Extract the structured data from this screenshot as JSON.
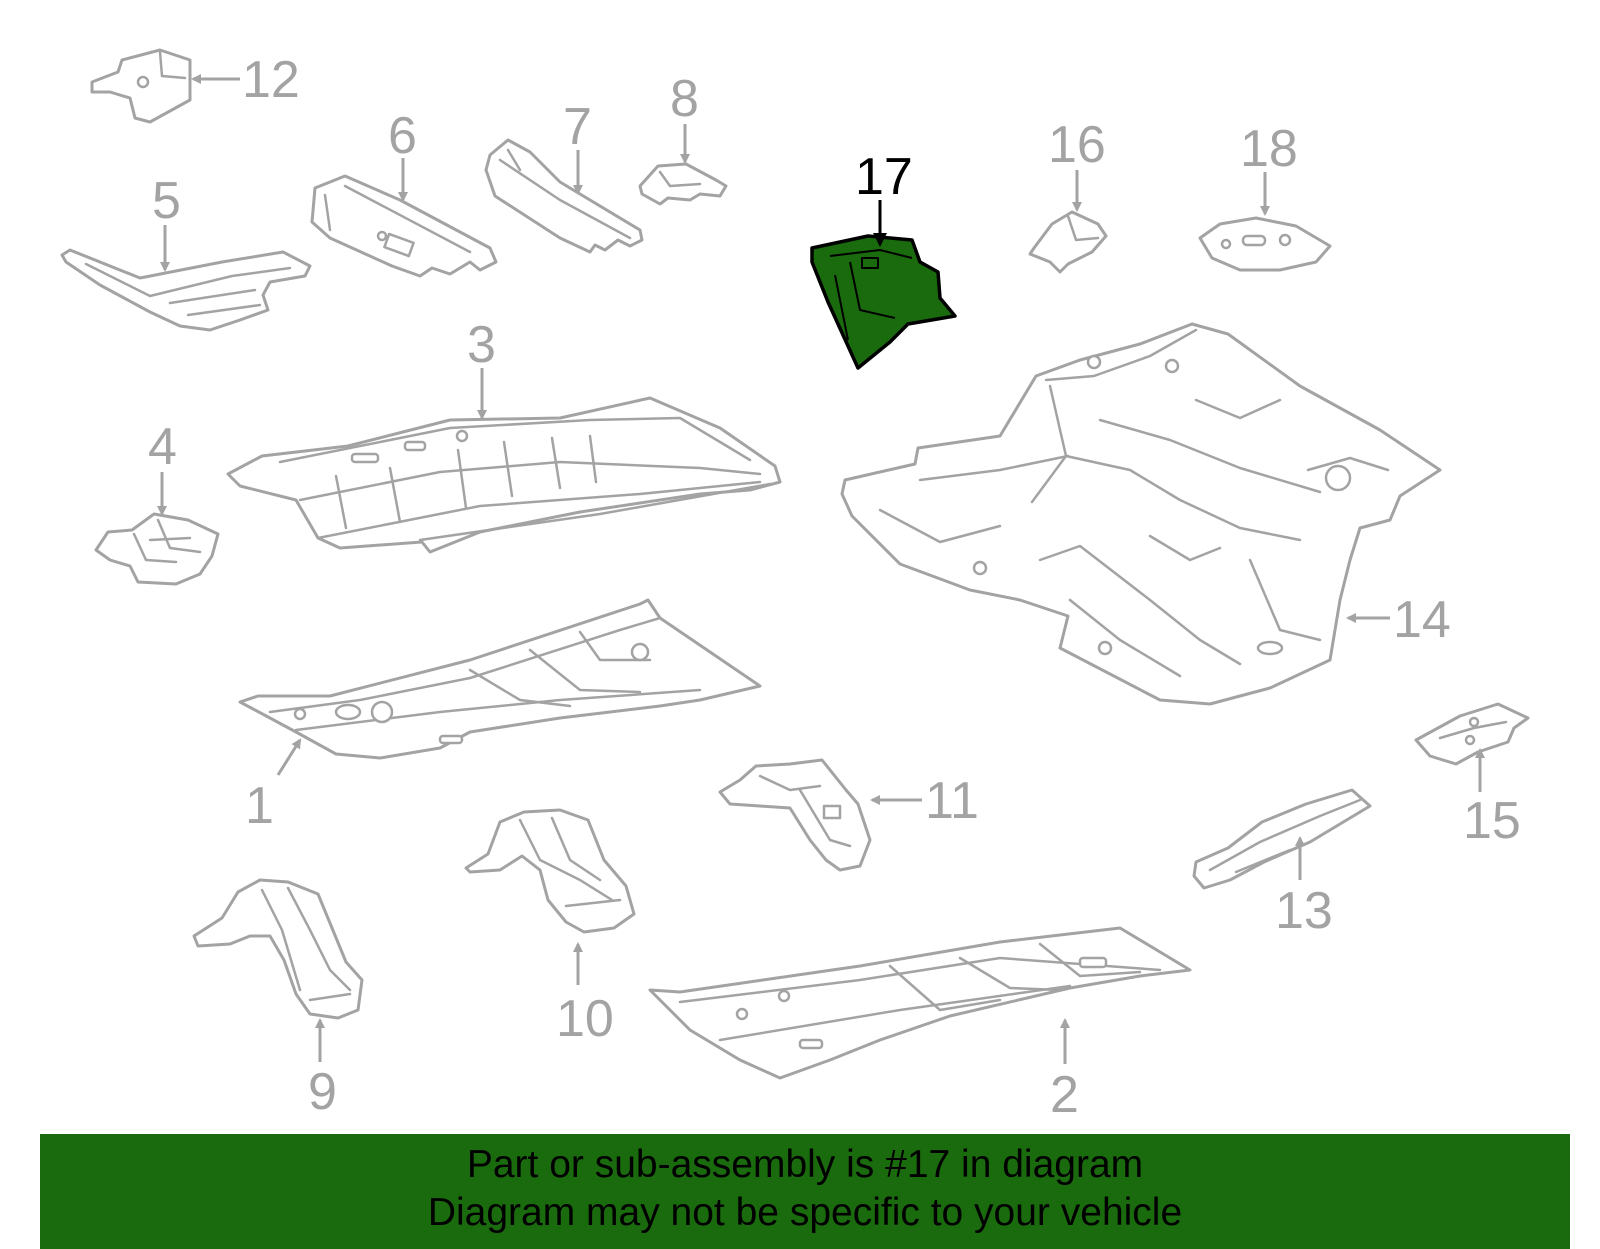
{
  "diagram": {
    "highlight_color": "#1a6b0d",
    "line_color": "#a3a3a3",
    "highlighted_part": "17",
    "callouts": [
      "1",
      "2",
      "3",
      "4",
      "5",
      "6",
      "7",
      "8",
      "9",
      "10",
      "11",
      "12",
      "13",
      "14",
      "15",
      "16",
      "17",
      "18"
    ]
  },
  "banner": {
    "line1": "Part or sub-assembly is #17 in diagram",
    "line2": "Diagram may not be specific to your vehicle"
  }
}
